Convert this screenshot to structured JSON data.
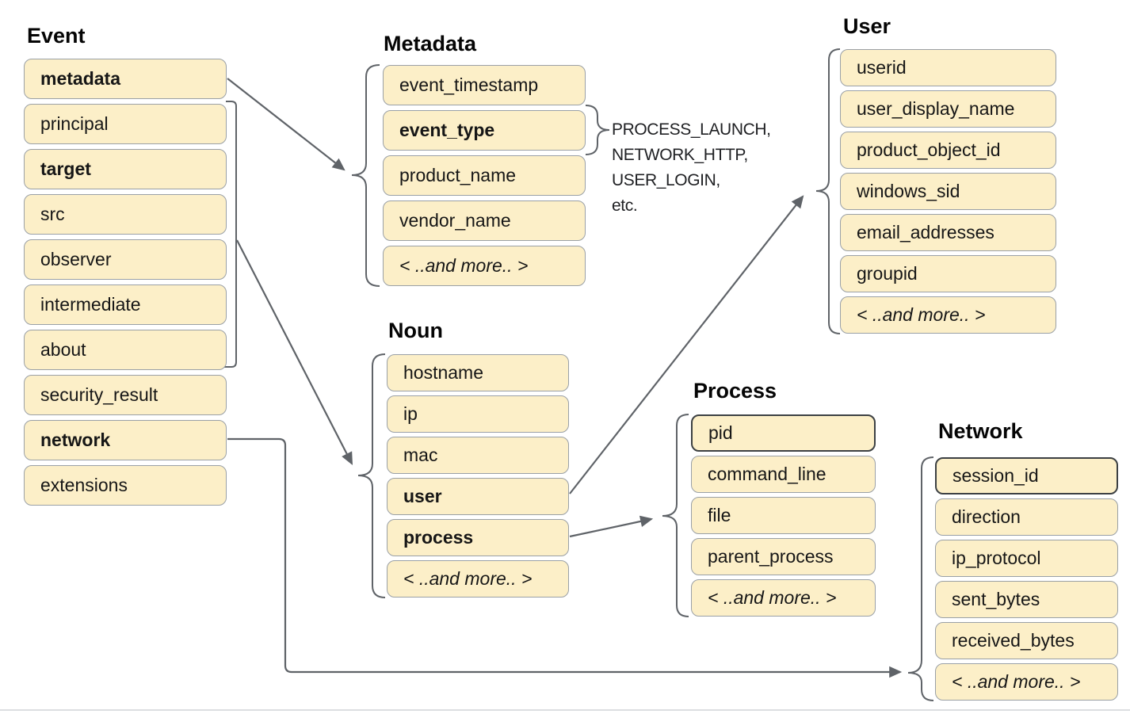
{
  "groups": {
    "event": {
      "title": "Event",
      "items": [
        {
          "label": "metadata",
          "bold": true
        },
        {
          "label": "principal"
        },
        {
          "label": "target",
          "bold": true
        },
        {
          "label": "src"
        },
        {
          "label": "observer"
        },
        {
          "label": "intermediate"
        },
        {
          "label": "about"
        },
        {
          "label": "security_result"
        },
        {
          "label": "network",
          "bold": true
        },
        {
          "label": "extensions"
        }
      ]
    },
    "metadata": {
      "title": "Metadata",
      "items": [
        {
          "label": "event_timestamp"
        },
        {
          "label": "event_type",
          "bold": true
        },
        {
          "label": "product_name"
        },
        {
          "label": "vendor_name"
        },
        {
          "label": "< ..and more.. >",
          "italic": true
        }
      ]
    },
    "noun": {
      "title": "Noun",
      "items": [
        {
          "label": "hostname"
        },
        {
          "label": "ip"
        },
        {
          "label": "mac"
        },
        {
          "label": "user",
          "bold": true
        },
        {
          "label": "process",
          "bold": true
        },
        {
          "label": "< ..and more.. >",
          "italic": true
        }
      ]
    },
    "user": {
      "title": "User",
      "items": [
        {
          "label": "userid"
        },
        {
          "label": "user_display_name"
        },
        {
          "label": "product_object_id"
        },
        {
          "label": "windows_sid"
        },
        {
          "label": "email_addresses"
        },
        {
          "label": "groupid"
        },
        {
          "label": "< ..and more.. >",
          "italic": true
        }
      ]
    },
    "process": {
      "title": "Process",
      "items": [
        {
          "label": "pid",
          "accent": true
        },
        {
          "label": "command_line"
        },
        {
          "label": "file"
        },
        {
          "label": "parent_process"
        },
        {
          "label": "< ..and more.. >",
          "italic": true
        }
      ]
    },
    "network": {
      "title": "Network",
      "items": [
        {
          "label": "session_id",
          "accent": true
        },
        {
          "label": "direction"
        },
        {
          "label": "ip_protocol"
        },
        {
          "label": "sent_bytes"
        },
        {
          "label": "received_bytes"
        },
        {
          "label": "< ..and more.. >",
          "italic": true
        }
      ]
    }
  },
  "event_type_examples": [
    "PROCESS_LAUNCH,",
    "NETWORK_HTTP,",
    "USER_LOGIN,",
    "etc."
  ],
  "colors": {
    "box_fill": "#fcefc8",
    "box_border": "#9aa0a6",
    "box_border_accent": "#3c4043",
    "connector": "#5f6368",
    "text": "#111111"
  }
}
